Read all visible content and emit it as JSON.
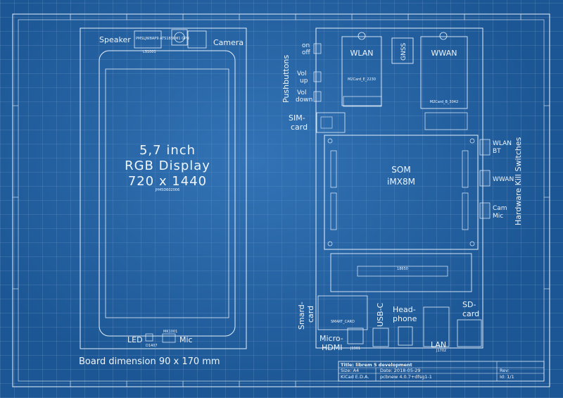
{
  "labels": {
    "speaker": "Speaker",
    "camera": "Camera",
    "speaker_ref": "LS1001",
    "speaker_part": "PMSLJW8AP9 ATS1836M1 GPN",
    "display_line1": "5,7 inch",
    "display_line2": "RGB Display",
    "display_line3": "720 x 1440",
    "display_ref": "JH45D602006",
    "led": "LED",
    "mic": "Mic",
    "led_ref": "D1407",
    "mic_ref": "MK1001",
    "board_dim": "Board dimension 90 x 170 mm",
    "pushbuttons": "Pushbuttons",
    "on_off_1": "on",
    "on_off_2": "off",
    "vol_up_1": "Vol",
    "vol_up_2": "up",
    "vol_down_1": "Vol",
    "vol_down_2": "down",
    "sim_1": "SIM-",
    "sim_2": "card",
    "wlan": "WLAN",
    "gnss": "GNSS",
    "wwan": "WWAN",
    "wlan_ref": "M2Card_E_2230",
    "wwan_ref": "M2Card_B_3042",
    "som_1": "SOM",
    "som_2": "iMX8M",
    "battery_ref": "18650",
    "hw_kill": "Hardware Kill Switches",
    "wlan_bt_1": "WLAN",
    "wlan_bt_2": "BT",
    "wwan_sw": "WWAN",
    "cam_mic_1": "Cam",
    "cam_mic_2": "Mic",
    "smartcard_1": "Smard-",
    "smartcard_2": "card",
    "smart_card_ref": "SMART_CARD",
    "usb_c": "USB-C",
    "headphone_1": "Head-",
    "headphone_2": "phone",
    "sd_1": "SD-",
    "sd_2": "card",
    "microhdmi_1": "Micro-",
    "microhdmi_2": "HDMI",
    "lan": "LAN",
    "hdmi_ref": "J1901",
    "lan_ref": "J1702"
  },
  "title_block": {
    "title": "Title: librem 5 development",
    "size": "Size: A4",
    "date": "Date: 2018-05-29",
    "tool": "KiCad E.D.A.",
    "version": "pcbnew 4.0.7+dfsg1-1",
    "rev": "Rev:",
    "id": "Id: 1/1"
  },
  "colors": {
    "background": "#1c5694",
    "lines": "#e6f0fb",
    "text": "#eef5fc"
  }
}
